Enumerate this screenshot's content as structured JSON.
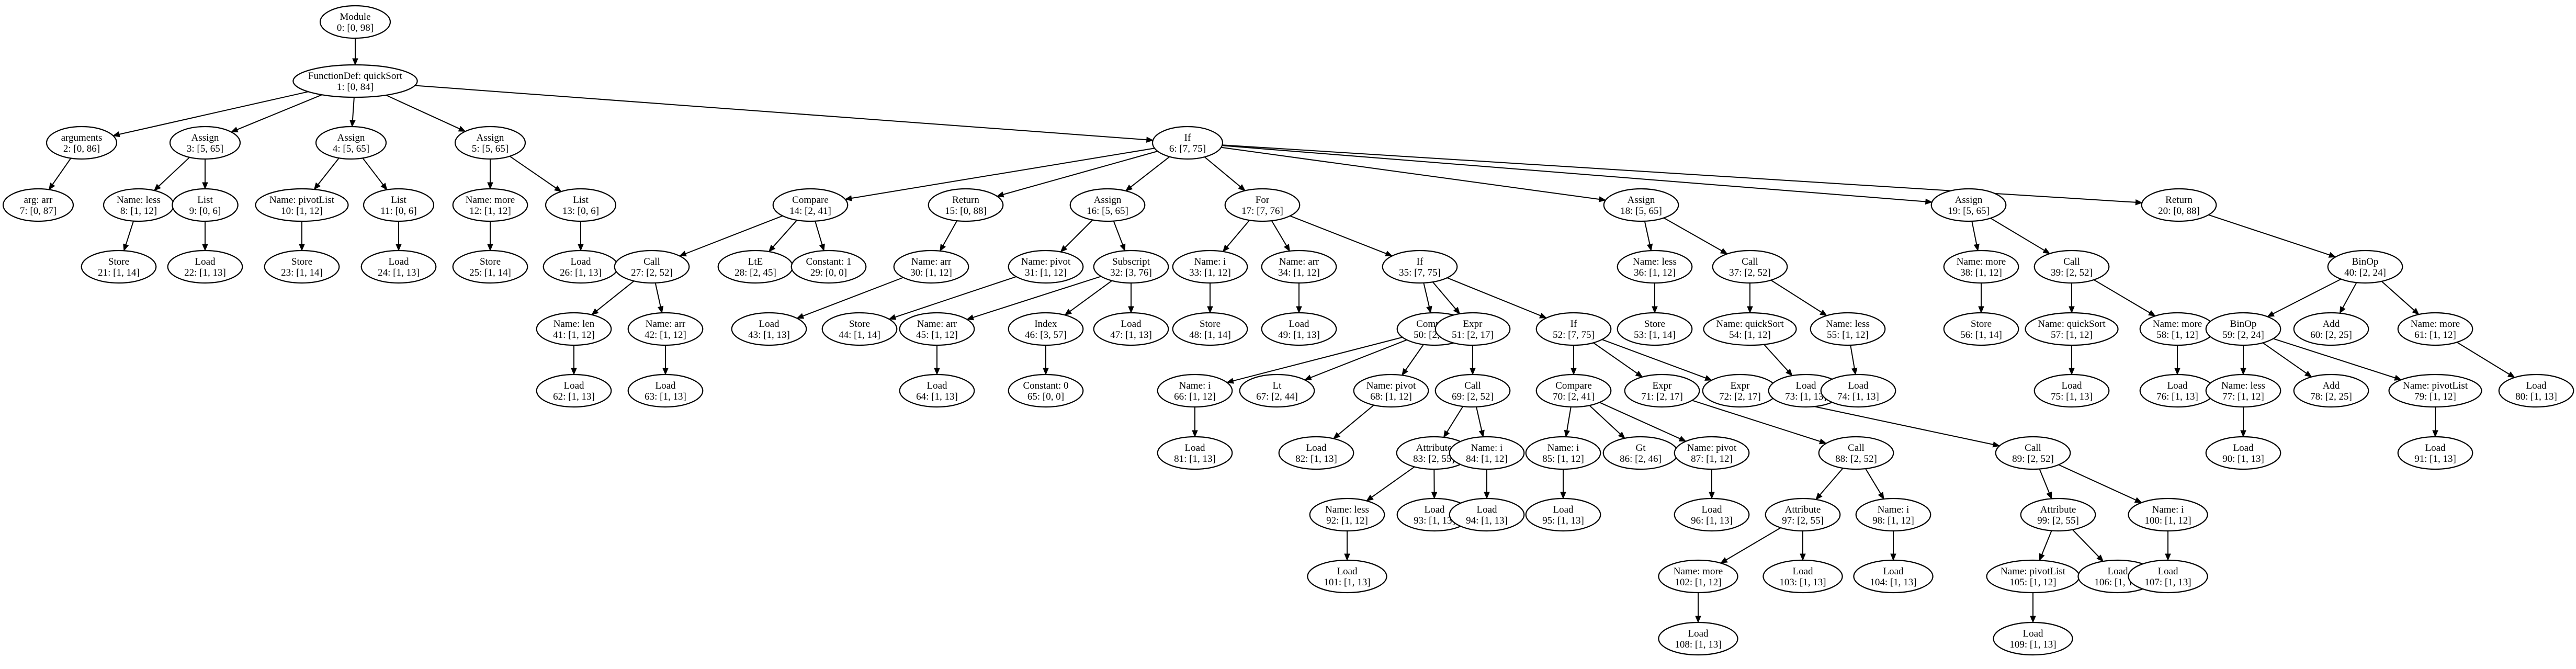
{
  "diagram": {
    "type": "ast-tree",
    "nodes": [
      {
        "id": 0,
        "type": "Module",
        "span": "0: [0, 98]"
      },
      {
        "id": 1,
        "type": "FunctionDef: quickSort",
        "span": "1: [0, 84]"
      },
      {
        "id": 2,
        "type": "arguments",
        "span": "2: [0, 86]"
      },
      {
        "id": 3,
        "type": "Assign",
        "span": "3: [5, 65]"
      },
      {
        "id": 4,
        "type": "Assign",
        "span": "4: [5, 65]"
      },
      {
        "id": 5,
        "type": "Assign",
        "span": "5: [5, 65]"
      },
      {
        "id": 6,
        "type": "If",
        "span": "6: [7, 75]"
      },
      {
        "id": 7,
        "type": "arg: arr",
        "span": "7: [0, 87]"
      },
      {
        "id": 8,
        "type": "Name: less",
        "span": "8: [1, 12]"
      },
      {
        "id": 9,
        "type": "List",
        "span": "9: [0, 6]"
      },
      {
        "id": 10,
        "type": "Name: pivotList",
        "span": "10: [1, 12]"
      },
      {
        "id": 11,
        "type": "List",
        "span": "11: [0, 6]"
      },
      {
        "id": 12,
        "type": "Name: more",
        "span": "12: [1, 12]"
      },
      {
        "id": 13,
        "type": "List",
        "span": "13: [0, 6]"
      },
      {
        "id": 14,
        "type": "Compare",
        "span": "14: [2, 41]"
      },
      {
        "id": 15,
        "type": "Return",
        "span": "15: [0, 88]"
      },
      {
        "id": 16,
        "type": "Assign",
        "span": "16: [5, 65]"
      },
      {
        "id": 17,
        "type": "For",
        "span": "17: [7, 76]"
      },
      {
        "id": 18,
        "type": "Assign",
        "span": "18: [5, 65]"
      },
      {
        "id": 19,
        "type": "Assign",
        "span": "19: [5, 65]"
      },
      {
        "id": 20,
        "type": "Return",
        "span": "20: [0, 88]"
      },
      {
        "id": 21,
        "type": "Store",
        "span": "21: [1, 14]"
      },
      {
        "id": 22,
        "type": "Load",
        "span": "22: [1, 13]"
      },
      {
        "id": 23,
        "type": "Store",
        "span": "23: [1, 14]"
      },
      {
        "id": 24,
        "type": "Load",
        "span": "24: [1, 13]"
      },
      {
        "id": 25,
        "type": "Store",
        "span": "25: [1, 14]"
      },
      {
        "id": 26,
        "type": "Load",
        "span": "26: [1, 13]"
      },
      {
        "id": 27,
        "type": "Call",
        "span": "27: [2, 52]"
      },
      {
        "id": 28,
        "type": "LtE",
        "span": "28: [2, 45]"
      },
      {
        "id": 29,
        "type": "Constant: 1",
        "span": "29: [0, 0]"
      },
      {
        "id": 30,
        "type": "Name: arr",
        "span": "30: [1, 12]"
      },
      {
        "id": 31,
        "type": "Name: pivot",
        "span": "31: [1, 12]"
      },
      {
        "id": 32,
        "type": "Subscript",
        "span": "32: [3, 76]"
      },
      {
        "id": 33,
        "type": "Name: i",
        "span": "33: [1, 12]"
      },
      {
        "id": 34,
        "type": "Name: arr",
        "span": "34: [1, 12]"
      },
      {
        "id": 35,
        "type": "If",
        "span": "35: [7, 75]"
      },
      {
        "id": 36,
        "type": "Name: less",
        "span": "36: [1, 12]"
      },
      {
        "id": 37,
        "type": "Call",
        "span": "37: [2, 52]"
      },
      {
        "id": 38,
        "type": "Name: more",
        "span": "38: [1, 12]"
      },
      {
        "id": 39,
        "type": "Call",
        "span": "39: [2, 52]"
      },
      {
        "id": 40,
        "type": "BinOp",
        "span": "40: [2, 24]"
      },
      {
        "id": 41,
        "type": "Name: len",
        "span": "41: [1, 12]"
      },
      {
        "id": 42,
        "type": "Name: arr",
        "span": "42: [1, 12]"
      },
      {
        "id": 43,
        "type": "Load",
        "span": "43: [1, 13]"
      },
      {
        "id": 44,
        "type": "Store",
        "span": "44: [1, 14]"
      },
      {
        "id": 45,
        "type": "Name: arr",
        "span": "45: [1, 12]"
      },
      {
        "id": 46,
        "type": "Index",
        "span": "46: [3, 57]"
      },
      {
        "id": 47,
        "type": "Load",
        "span": "47: [1, 13]"
      },
      {
        "id": 48,
        "type": "Store",
        "span": "48: [1, 14]"
      },
      {
        "id": 49,
        "type": "Load",
        "span": "49: [1, 13]"
      },
      {
        "id": 50,
        "type": "Compare",
        "span": "50: [2, 41]"
      },
      {
        "id": 51,
        "type": "Expr",
        "span": "51: [2, 17]"
      },
      {
        "id": 52,
        "type": "If",
        "span": "52: [7, 75]"
      },
      {
        "id": 53,
        "type": "Store",
        "span": "53: [1, 14]"
      },
      {
        "id": 54,
        "type": "Name: quickSort",
        "span": "54: [1, 12]"
      },
      {
        "id": 55,
        "type": "Name: less",
        "span": "55: [1, 12]"
      },
      {
        "id": 56,
        "type": "Store",
        "span": "56: [1, 14]"
      },
      {
        "id": 57,
        "type": "Name: quickSort",
        "span": "57: [1, 12]"
      },
      {
        "id": 58,
        "type": "Name: more",
        "span": "58: [1, 12]"
      },
      {
        "id": 59,
        "type": "BinOp",
        "span": "59: [2, 24]"
      },
      {
        "id": 60,
        "type": "Add",
        "span": "60: [2, 25]"
      },
      {
        "id": 61,
        "type": "Name: more",
        "span": "61: [1, 12]"
      },
      {
        "id": 62,
        "type": "Load",
        "span": "62: [1, 13]"
      },
      {
        "id": 63,
        "type": "Load",
        "span": "63: [1, 13]"
      },
      {
        "id": 64,
        "type": "Load",
        "span": "64: [1, 13]"
      },
      {
        "id": 65,
        "type": "Constant: 0",
        "span": "65: [0, 0]"
      },
      {
        "id": 66,
        "type": "Name: i",
        "span": "66: [1, 12]"
      },
      {
        "id": 67,
        "type": "Lt",
        "span": "67: [2, 44]"
      },
      {
        "id": 68,
        "type": "Name: pivot",
        "span": "68: [1, 12]"
      },
      {
        "id": 69,
        "type": "Call",
        "span": "69: [2, 52]"
      },
      {
        "id": 70,
        "type": "Compare",
        "span": "70: [2, 41]"
      },
      {
        "id": 71,
        "type": "Expr",
        "span": "71: [2, 17]"
      },
      {
        "id": 72,
        "type": "Expr",
        "span": "72: [2, 17]"
      },
      {
        "id": 73,
        "type": "Load",
        "span": "73: [1, 13]"
      },
      {
        "id": 74,
        "type": "Load",
        "span": "74: [1, 13]"
      },
      {
        "id": 75,
        "type": "Load",
        "span": "75: [1, 13]"
      },
      {
        "id": 76,
        "type": "Load",
        "span": "76: [1, 13]"
      },
      {
        "id": 77,
        "type": "Name: less",
        "span": "77: [1, 12]"
      },
      {
        "id": 78,
        "type": "Add",
        "span": "78: [2, 25]"
      },
      {
        "id": 79,
        "type": "Name: pivotList",
        "span": "79: [1, 12]"
      },
      {
        "id": 80,
        "type": "Load",
        "span": "80: [1, 13]"
      },
      {
        "id": 81,
        "type": "Load",
        "span": "81: [1, 13]"
      },
      {
        "id": 82,
        "type": "Load",
        "span": "82: [1, 13]"
      },
      {
        "id": 83,
        "type": "Attribute",
        "span": "83: [2, 55]"
      },
      {
        "id": 84,
        "type": "Name: i",
        "span": "84: [1, 12]"
      },
      {
        "id": 85,
        "type": "Name: i",
        "span": "85: [1, 12]"
      },
      {
        "id": 86,
        "type": "Gt",
        "span": "86: [2, 46]"
      },
      {
        "id": 87,
        "type": "Name: pivot",
        "span": "87: [1, 12]"
      },
      {
        "id": 88,
        "type": "Call",
        "span": "88: [2, 52]"
      },
      {
        "id": 89,
        "type": "Call",
        "span": "89: [2, 52]"
      },
      {
        "id": 90,
        "type": "Load",
        "span": "90: [1, 13]"
      },
      {
        "id": 91,
        "type": "Load",
        "span": "91: [1, 13]"
      },
      {
        "id": 92,
        "type": "Name: less",
        "span": "92: [1, 12]"
      },
      {
        "id": 93,
        "type": "Load",
        "span": "93: [1, 13]"
      },
      {
        "id": 94,
        "type": "Load",
        "span": "94: [1, 13]"
      },
      {
        "id": 95,
        "type": "Load",
        "span": "95: [1, 13]"
      },
      {
        "id": 96,
        "type": "Load",
        "span": "96: [1, 13]"
      },
      {
        "id": 97,
        "type": "Attribute",
        "span": "97: [2, 55]"
      },
      {
        "id": 98,
        "type": "Name: i",
        "span": "98: [1, 12]"
      },
      {
        "id": 99,
        "type": "Attribute",
        "span": "99: [2, 55]"
      },
      {
        "id": 100,
        "type": "Name: i",
        "span": "100: [1, 12]"
      },
      {
        "id": 101,
        "type": "Load",
        "span": "101: [1, 13]"
      },
      {
        "id": 102,
        "type": "Name: more",
        "span": "102: [1, 12]"
      },
      {
        "id": 103,
        "type": "Load",
        "span": "103: [1, 13]"
      },
      {
        "id": 104,
        "type": "Load",
        "span": "104: [1, 13]"
      },
      {
        "id": 105,
        "type": "Name: pivotList",
        "span": "105: [1, 12]"
      },
      {
        "id": 106,
        "type": "Load",
        "span": "106: [1, 13]"
      },
      {
        "id": 107,
        "type": "Load",
        "span": "107: [1, 13]"
      },
      {
        "id": 108,
        "type": "Load",
        "span": "108: [1, 13]"
      },
      {
        "id": 109,
        "type": "Load",
        "span": "109: [1, 13]"
      }
    ],
    "edges": [
      [
        0,
        1
      ],
      [
        1,
        2
      ],
      [
        1,
        3
      ],
      [
        1,
        4
      ],
      [
        1,
        5
      ],
      [
        1,
        6
      ],
      [
        2,
        7
      ],
      [
        3,
        8
      ],
      [
        3,
        9
      ],
      [
        4,
        10
      ],
      [
        4,
        11
      ],
      [
        5,
        12
      ],
      [
        5,
        13
      ],
      [
        6,
        14
      ],
      [
        6,
        15
      ],
      [
        6,
        16
      ],
      [
        6,
        17
      ],
      [
        6,
        18
      ],
      [
        6,
        19
      ],
      [
        6,
        20
      ],
      [
        8,
        21
      ],
      [
        9,
        22
      ],
      [
        10,
        23
      ],
      [
        11,
        24
      ],
      [
        12,
        25
      ],
      [
        13,
        26
      ],
      [
        14,
        27
      ],
      [
        14,
        28
      ],
      [
        14,
        29
      ],
      [
        15,
        30
      ],
      [
        16,
        31
      ],
      [
        16,
        32
      ],
      [
        17,
        33
      ],
      [
        17,
        34
      ],
      [
        17,
        35
      ],
      [
        18,
        36
      ],
      [
        18,
        37
      ],
      [
        19,
        38
      ],
      [
        19,
        39
      ],
      [
        20,
        40
      ],
      [
        27,
        41
      ],
      [
        27,
        42
      ],
      [
        30,
        43
      ],
      [
        31,
        44
      ],
      [
        32,
        45
      ],
      [
        32,
        46
      ],
      [
        32,
        47
      ],
      [
        33,
        48
      ],
      [
        34,
        49
      ],
      [
        35,
        50
      ],
      [
        35,
        51
      ],
      [
        35,
        52
      ],
      [
        36,
        53
      ],
      [
        37,
        54
      ],
      [
        37,
        55
      ],
      [
        38,
        56
      ],
      [
        39,
        57
      ],
      [
        39,
        58
      ],
      [
        40,
        59
      ],
      [
        40,
        60
      ],
      [
        40,
        61
      ],
      [
        41,
        62
      ],
      [
        42,
        63
      ],
      [
        45,
        64
      ],
      [
        46,
        65
      ],
      [
        50,
        66
      ],
      [
        50,
        67
      ],
      [
        50,
        68
      ],
      [
        51,
        69
      ],
      [
        52,
        70
      ],
      [
        52,
        71
      ],
      [
        52,
        72
      ],
      [
        54,
        73
      ],
      [
        55,
        74
      ],
      [
        57,
        75
      ],
      [
        58,
        76
      ],
      [
        59,
        77
      ],
      [
        59,
        78
      ],
      [
        59,
        79
      ],
      [
        61,
        80
      ],
      [
        66,
        81
      ],
      [
        68,
        82
      ],
      [
        69,
        83
      ],
      [
        69,
        84
      ],
      [
        70,
        85
      ],
      [
        70,
        86
      ],
      [
        70,
        87
      ],
      [
        71,
        88
      ],
      [
        72,
        89
      ],
      [
        77,
        90
      ],
      [
        79,
        91
      ],
      [
        83,
        92
      ],
      [
        83,
        93
      ],
      [
        84,
        94
      ],
      [
        85,
        95
      ],
      [
        87,
        96
      ],
      [
        88,
        97
      ],
      [
        88,
        98
      ],
      [
        89,
        99
      ],
      [
        89,
        100
      ],
      [
        92,
        101
      ],
      [
        97,
        102
      ],
      [
        97,
        103
      ],
      [
        98,
        104
      ],
      [
        99,
        105
      ],
      [
        99,
        106
      ],
      [
        100,
        107
      ],
      [
        102,
        108
      ],
      [
        105,
        109
      ]
    ]
  }
}
